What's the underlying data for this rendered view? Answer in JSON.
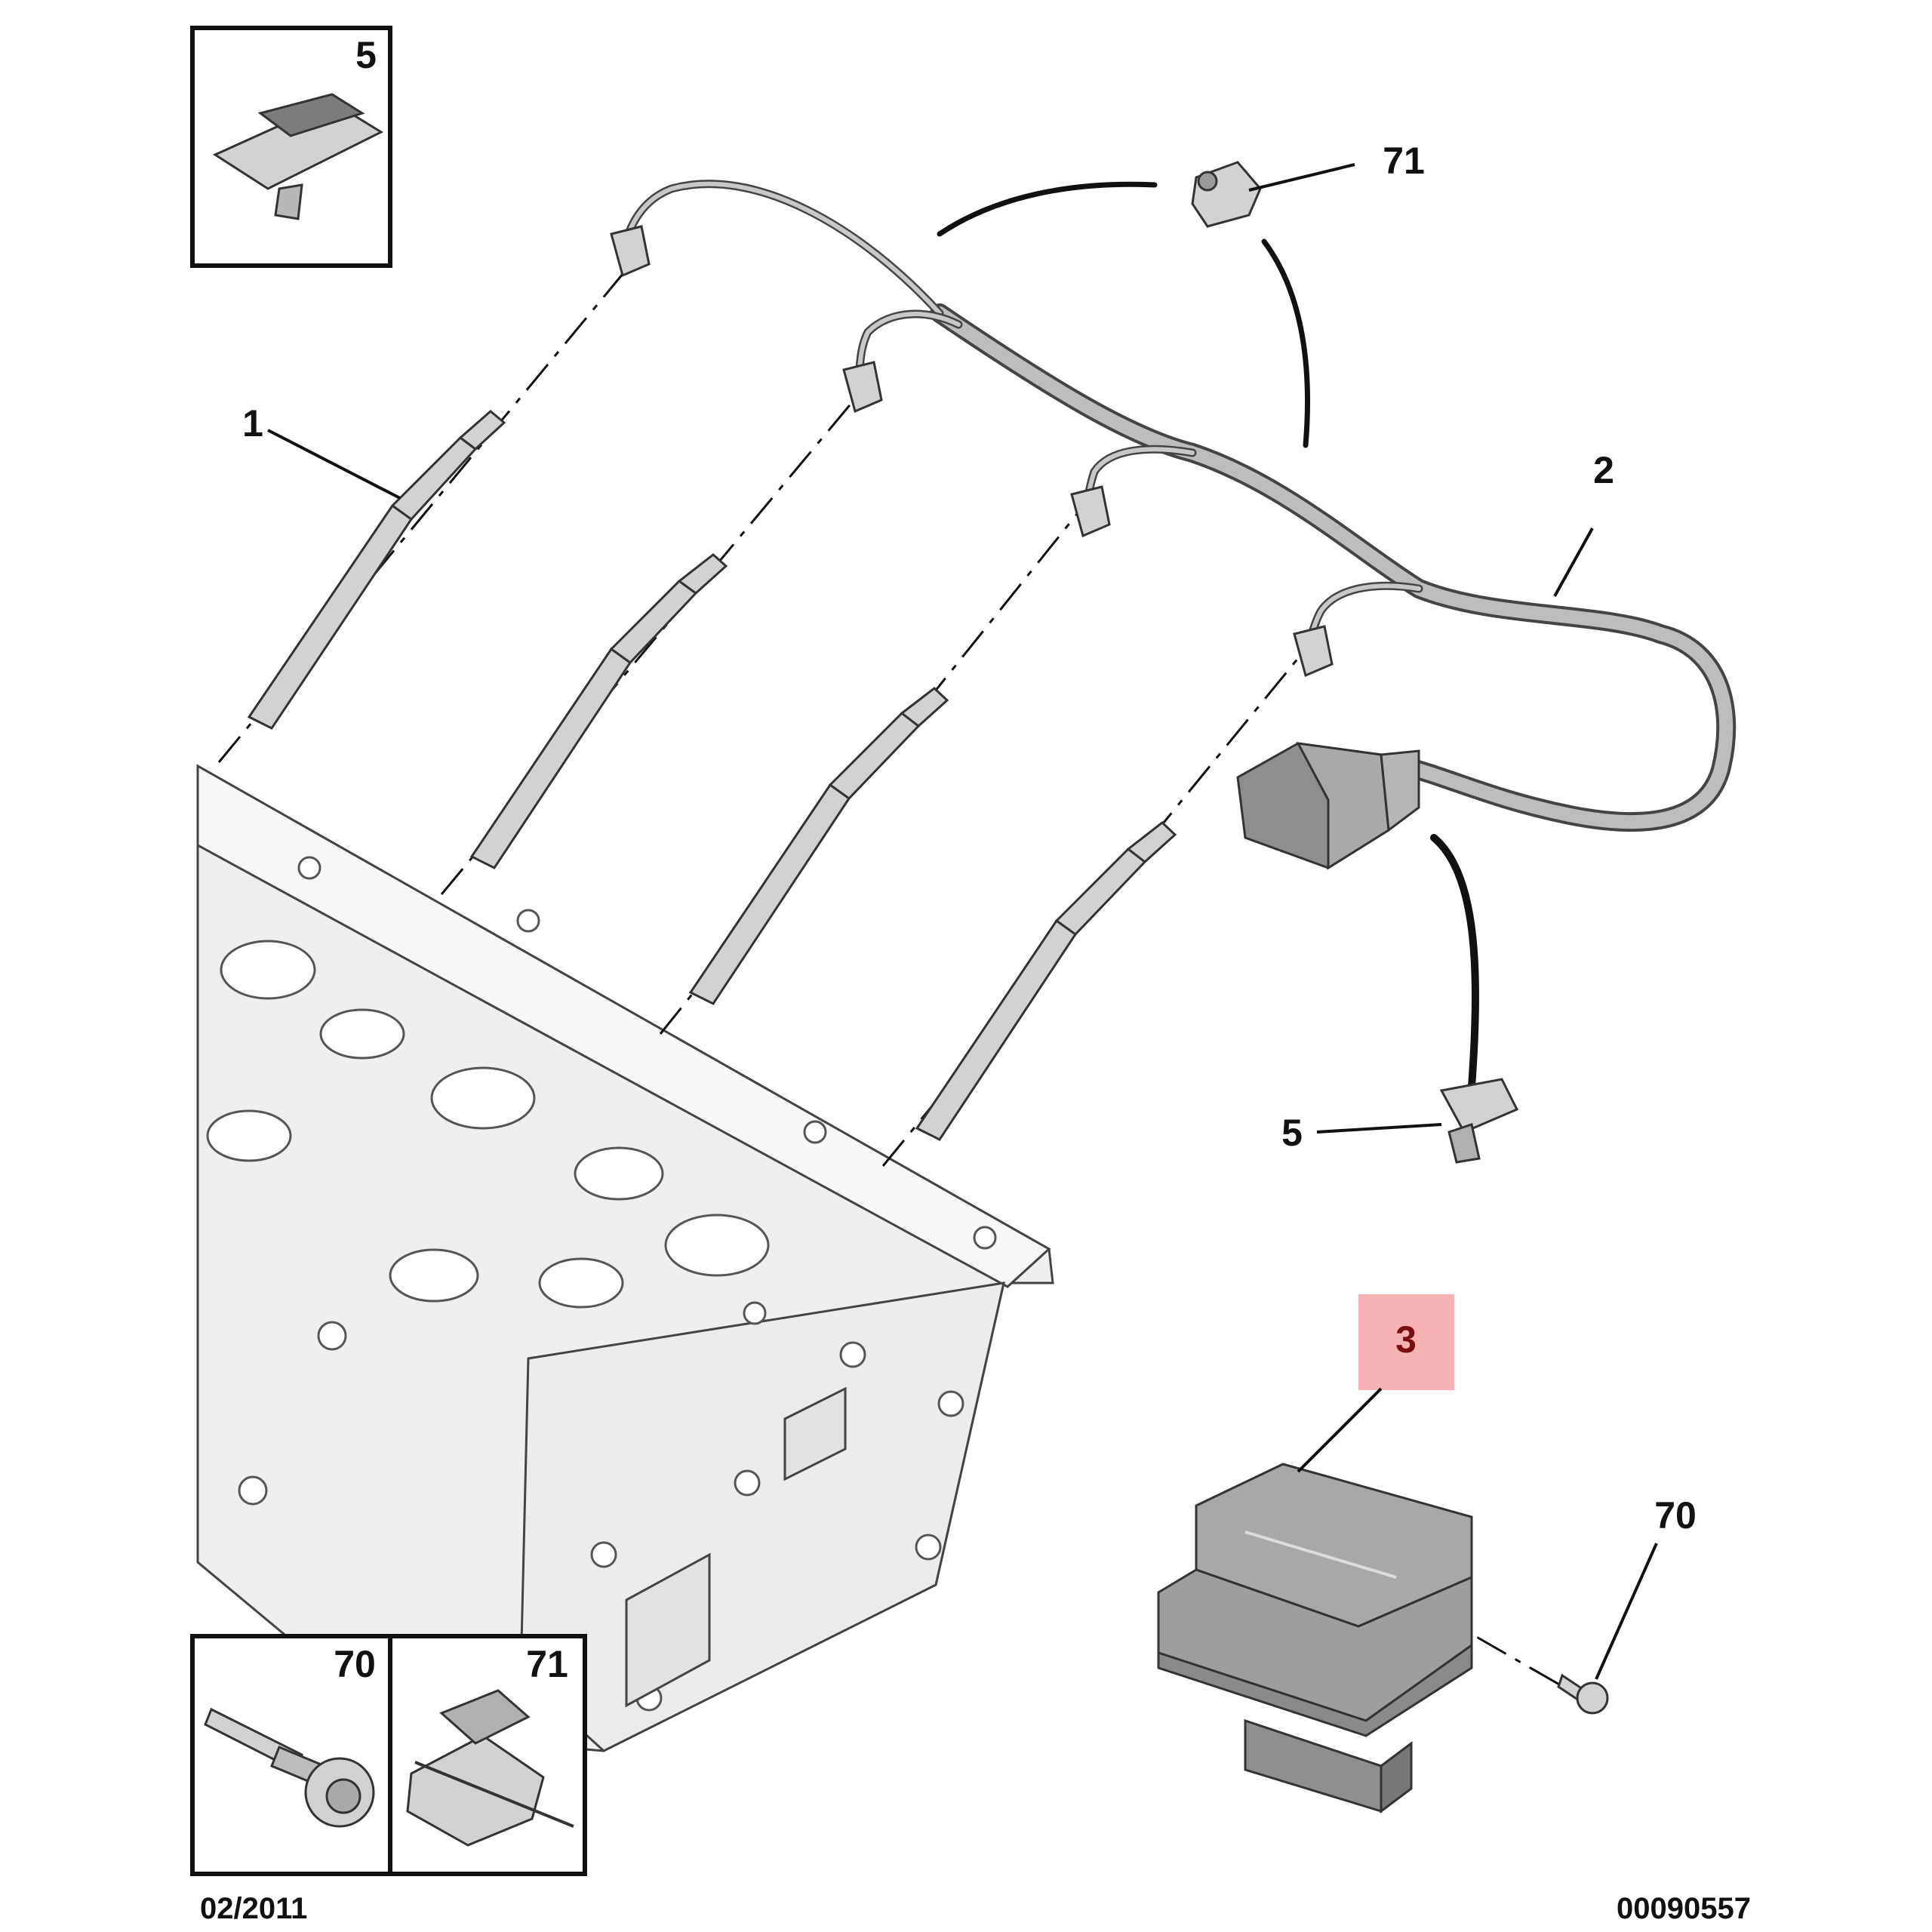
{
  "callouts": {
    "glow_plug": "1",
    "harness": "2",
    "relay": "3",
    "clip_5": "5",
    "clip_71": "71",
    "screw_70": "70"
  },
  "insets": {
    "top_left": "5",
    "bottom_screw": "70",
    "bottom_clip": "71"
  },
  "footer": {
    "date": "02/2011",
    "drawing_number": "00090557"
  },
  "colors": {
    "highlight": "#f4a5a8",
    "line": "#111111",
    "part_fill": "#d2d2d2",
    "block_fill": "#efefef"
  }
}
